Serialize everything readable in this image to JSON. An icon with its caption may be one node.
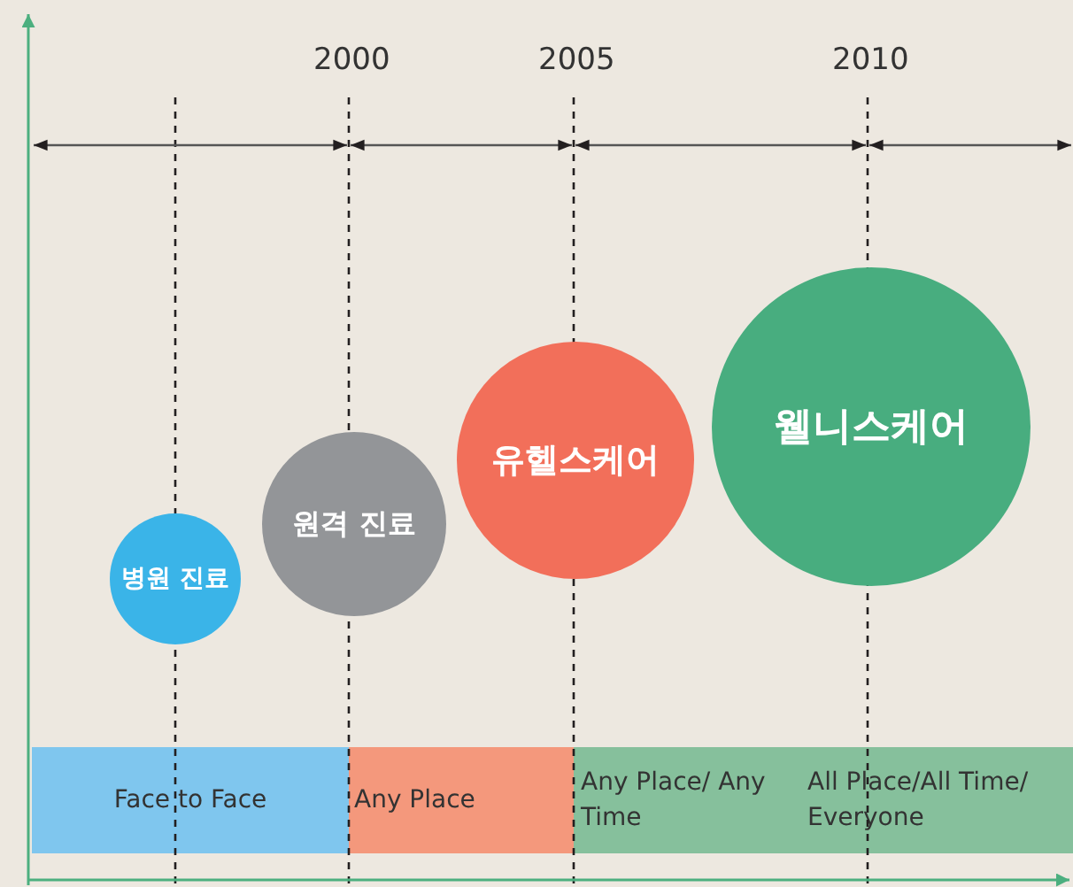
{
  "diagram": {
    "nodes": [
      {
        "text": [
          "병원 진료"
        ]
      },
      {
        "text": [
          "원격 진료"
        ]
      },
      {
        "text": [
          "유헬스케어"
        ]
      },
      {
        "text": [
          "웰니스케어"
        ]
      },
      {
        "text": [
          "Face to Face"
        ]
      },
      {
        "text": [
          "Any Place"
        ]
      },
      {
        "text": [
          "Any Place/ Any Time",
          "All Place/All Time/ Everyone"
        ]
      }
    ],
    "edges": [],
    "labels": [
      "2000",
      "2005",
      "2010"
    ]
  }
}
